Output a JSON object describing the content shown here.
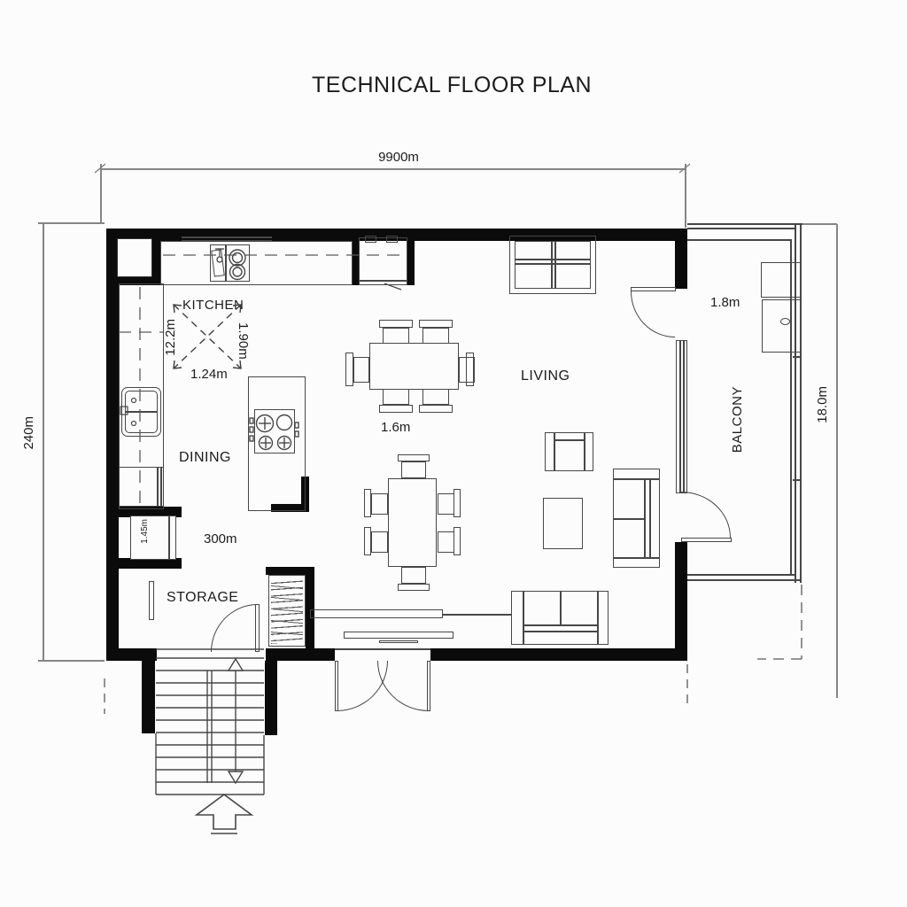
{
  "title": "TECHNICAL FLOOR PLAN",
  "dimensions": {
    "top": "9900m",
    "left": "240m",
    "right": "18.0m"
  },
  "kitchen": {
    "label": "KITCHEN",
    "dim_left": "12.2m",
    "dim_right": "1.90m",
    "dim_bottom": "1.24m"
  },
  "dining": {
    "label": "DINING",
    "dim": "300m"
  },
  "living": {
    "label": "LIVING",
    "table_dim": "1.6m"
  },
  "storage": {
    "label": "STORAGE",
    "closet_dim": "1.45m"
  },
  "balcony": {
    "label": "BALCONY",
    "dim": "1.8m"
  }
}
